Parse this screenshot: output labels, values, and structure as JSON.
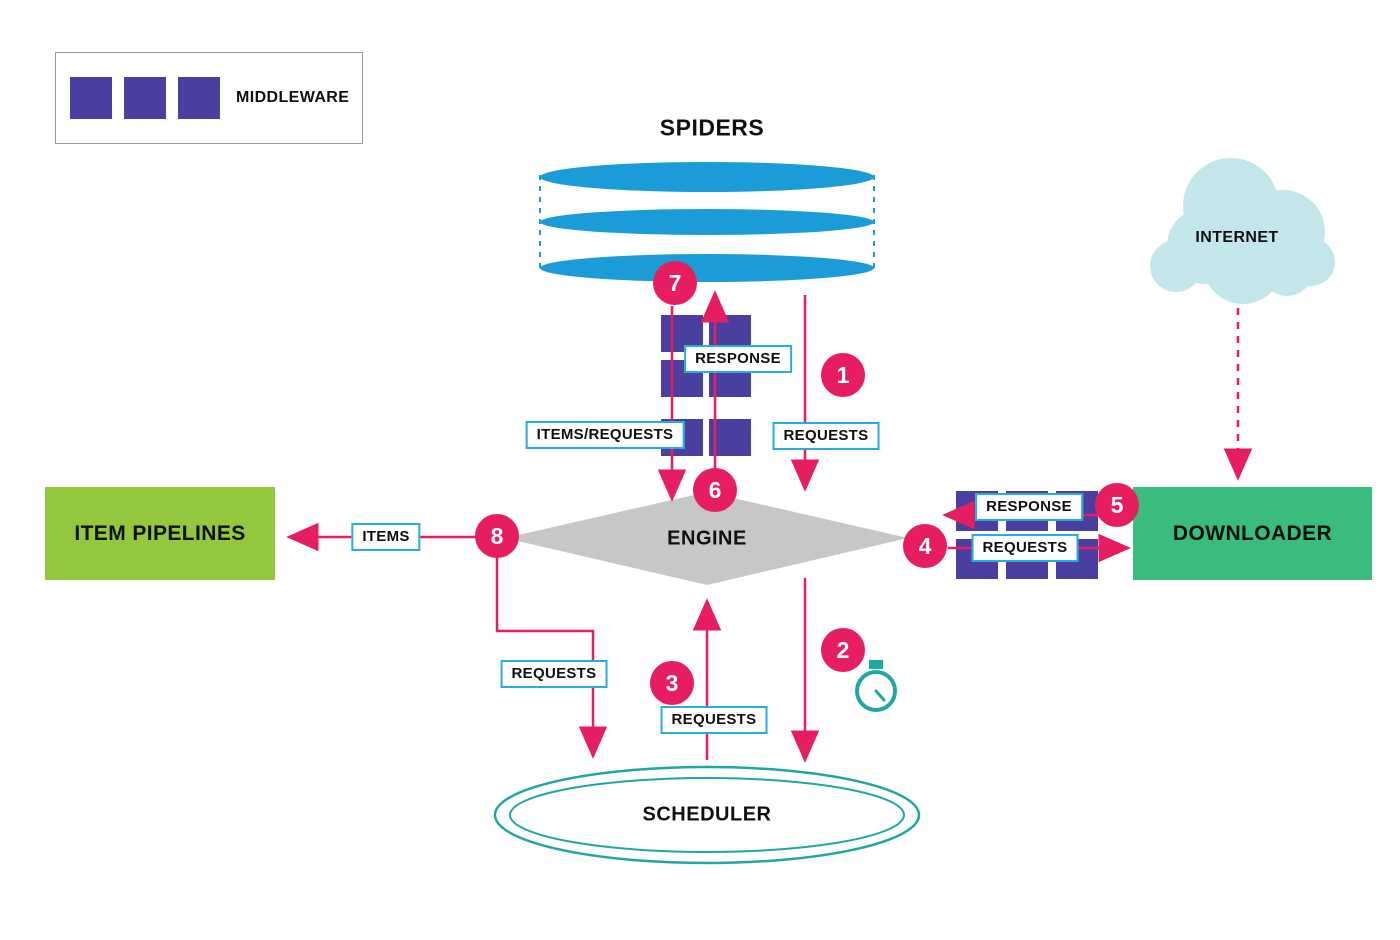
{
  "legend": {
    "label": "MIDDLEWARE"
  },
  "nodes": {
    "spiders": {
      "label": "SPIDERS"
    },
    "internet": {
      "label": "INTERNET"
    },
    "engine": {
      "label": "ENGINE"
    },
    "item_pipelines": {
      "label": "ITEM PIPELINES"
    },
    "downloader": {
      "label": "DOWNLOADER"
    },
    "scheduler": {
      "label": "SCHEDULER"
    }
  },
  "flow_labels": {
    "spider_response": "RESPONSE",
    "spider_items_requests": "ITEMS/REQUESTS",
    "spider_requests": "REQUESTS",
    "pipeline_items": "ITEMS",
    "downloader_response": "RESPONSE",
    "downloader_requests": "REQUESTS",
    "scheduler_requests_left": "REQUESTS",
    "scheduler_requests_up": "REQUESTS"
  },
  "steps": [
    "1",
    "2",
    "3",
    "4",
    "5",
    "6",
    "7",
    "8"
  ],
  "colors": {
    "pink": "#E61E5F",
    "purple": "#4A3F9E",
    "spider_blue": "#1B9CD8",
    "label_border_blue": "#29ABE2",
    "pipeline_green": "#93C83E",
    "downloader_green": "#3BBC7F",
    "scheduler_teal": "#21A7A2",
    "engine_gray": "#C7C7C7",
    "cloud_blue": "#C3E6EB"
  }
}
